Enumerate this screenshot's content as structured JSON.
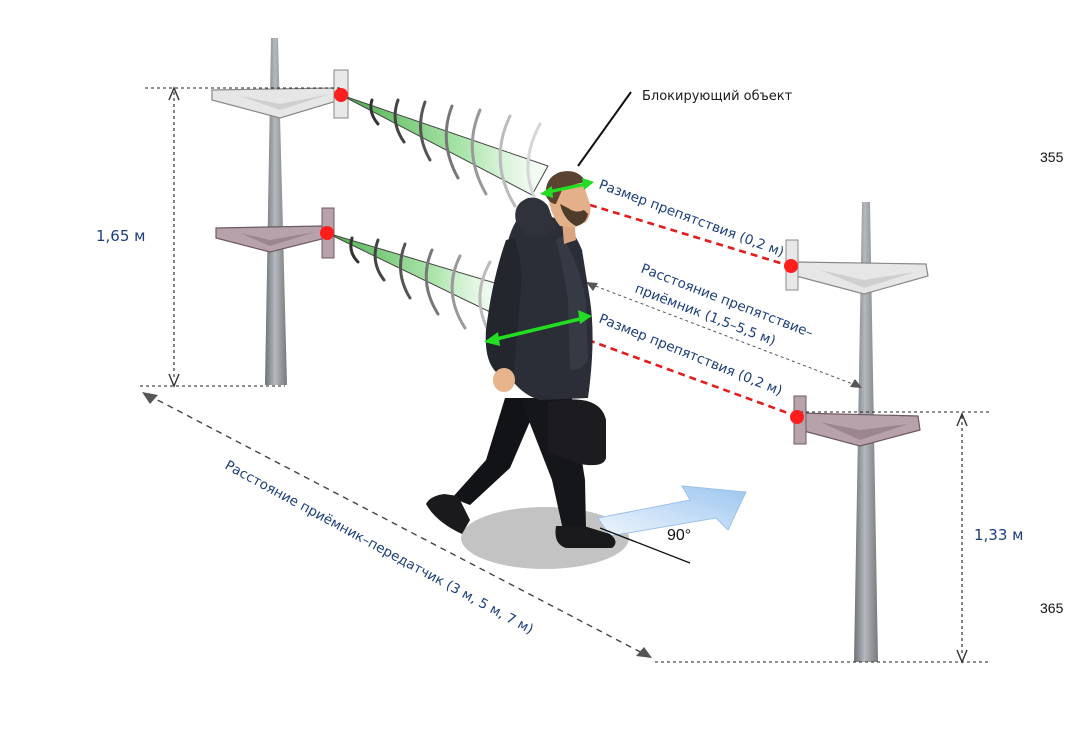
{
  "labels": {
    "blocking_object": "Блокирующий объект",
    "height_left": "1,65 м",
    "height_right": "1,33 м",
    "obstacle_size_top": "Размер препятствия (0,2 м)",
    "obstacle_receiver_line1": "Расстояние препятствие–",
    "obstacle_receiver_line2": "приёмник (1,5–5,5 м)",
    "obstacle_size_bottom": "Размер препятствия (0,2 м)",
    "receiver_transmitter": "Расстояние приёмник–передатчик (3 м, 5 м, 7 м)",
    "angle": "90°",
    "side_number_top": "355",
    "side_number_bottom": "365"
  },
  "colors": {
    "label_blue": "#1c3f7a",
    "beam_green": "#7ddc7d",
    "arrow_green": "#22dd22",
    "sensor_red": "#ff1e1e",
    "obstacle_line_red": "#e11d1d",
    "pole_gray": "#8a8d92",
    "bracket_top": "#e6e6e6",
    "bracket_bottom": "#b7a1ab",
    "direction_arrow": "#a9ccf2"
  },
  "icons": {
    "person": "walking-person-icon",
    "sensor": "sensor-dot-icon",
    "direction": "direction-arrow-icon"
  }
}
